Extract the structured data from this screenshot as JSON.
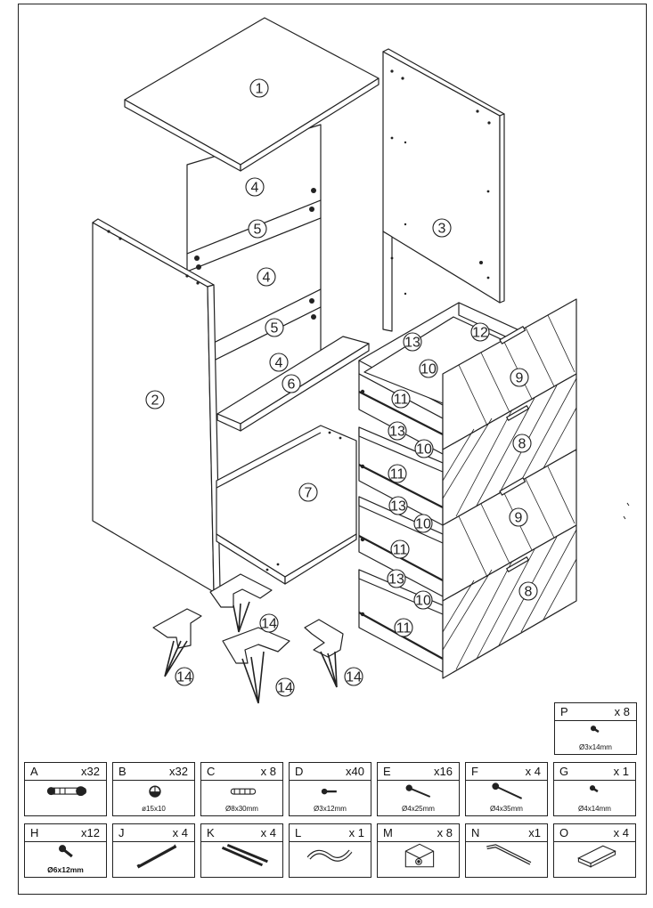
{
  "parts": [
    {
      "id": "top-panel",
      "number": "1"
    },
    {
      "id": "side-panel-left",
      "number": "2"
    },
    {
      "id": "back-panel",
      "number": "3"
    },
    {
      "id": "back-strip-upper",
      "number": "4"
    },
    {
      "id": "rail-upper",
      "number": "5"
    },
    {
      "id": "back-strip-middle",
      "number": "4"
    },
    {
      "id": "rail-lower",
      "number": "5"
    },
    {
      "id": "back-strip-lower",
      "number": "4"
    },
    {
      "id": "shelf",
      "number": "6"
    },
    {
      "id": "bottom-panel",
      "number": "7"
    },
    {
      "id": "drawer-front-1",
      "number": "9"
    },
    {
      "id": "drawer-front-2",
      "number": "8"
    },
    {
      "id": "drawer-front-3",
      "number": "9"
    },
    {
      "id": "drawer-front-4",
      "number": "8"
    },
    {
      "id": "drawer-back-1",
      "number": "12"
    },
    {
      "id": "drawer-side-1",
      "number": "13"
    },
    {
      "id": "drawer-bottom-1",
      "number": "10"
    },
    {
      "id": "drawer-rail-1",
      "number": "11"
    },
    {
      "id": "drawer-side-2",
      "number": "13"
    },
    {
      "id": "drawer-bottom-2",
      "number": "10"
    },
    {
      "id": "drawer-rail-2",
      "number": "11"
    },
    {
      "id": "drawer-side-3",
      "number": "13"
    },
    {
      "id": "drawer-bottom-3",
      "number": "10"
    },
    {
      "id": "drawer-rail-3",
      "number": "11"
    },
    {
      "id": "drawer-side-4",
      "number": "13"
    },
    {
      "id": "drawer-bottom-4",
      "number": "10"
    },
    {
      "id": "drawer-rail-4",
      "number": "11"
    },
    {
      "id": "leg-1",
      "number": "14"
    },
    {
      "id": "leg-2",
      "number": "14"
    },
    {
      "id": "leg-3",
      "number": "14"
    },
    {
      "id": "leg-4",
      "number": "14"
    }
  ],
  "hardware": [
    {
      "letter": "P",
      "qty": "x 8",
      "spec": "Ø3x14mm",
      "icon": "short-screw-icon"
    },
    {
      "letter": "A",
      "qty": "x32",
      "spec": "",
      "icon": "cam-bolt-icon"
    },
    {
      "letter": "B",
      "qty": "x32",
      "spec": "ø15x10",
      "icon": "cam-lock-icon"
    },
    {
      "letter": "C",
      "qty": "x 8",
      "spec": "Ø8x30mm",
      "icon": "wood-dowel-icon"
    },
    {
      "letter": "D",
      "qty": "x40",
      "spec": "Ø3x12mm",
      "icon": "small-screw-icon"
    },
    {
      "letter": "E",
      "qty": "x16",
      "spec": "Ø4x25mm",
      "icon": "screw-icon"
    },
    {
      "letter": "F",
      "qty": "x 4",
      "spec": "Ø4x35mm",
      "icon": "long-screw-icon"
    },
    {
      "letter": "G",
      "qty": "x 1",
      "spec": "Ø4x14mm",
      "icon": "short-screw-icon"
    },
    {
      "letter": "H",
      "qty": "x12",
      "spec": "Ø6x12mm",
      "icon": "leg-bolt-icon"
    },
    {
      "letter": "J",
      "qty": "x 4",
      "spec": "",
      "icon": "drawer-slide-icon"
    },
    {
      "letter": "K",
      "qty": "x 4",
      "spec": "",
      "icon": "drawer-slide-pair-icon"
    },
    {
      "letter": "L",
      "qty": "x 1",
      "spec": "",
      "icon": "anti-tip-strap-icon"
    },
    {
      "letter": "M",
      "qty": "x 8",
      "spec": "",
      "icon": "corner-bracket-icon"
    },
    {
      "letter": "N",
      "qty": "x1",
      "spec": "",
      "icon": "allen-key-icon"
    },
    {
      "letter": "O",
      "qty": "x 4",
      "spec": "",
      "icon": "drawer-handle-icon"
    }
  ]
}
